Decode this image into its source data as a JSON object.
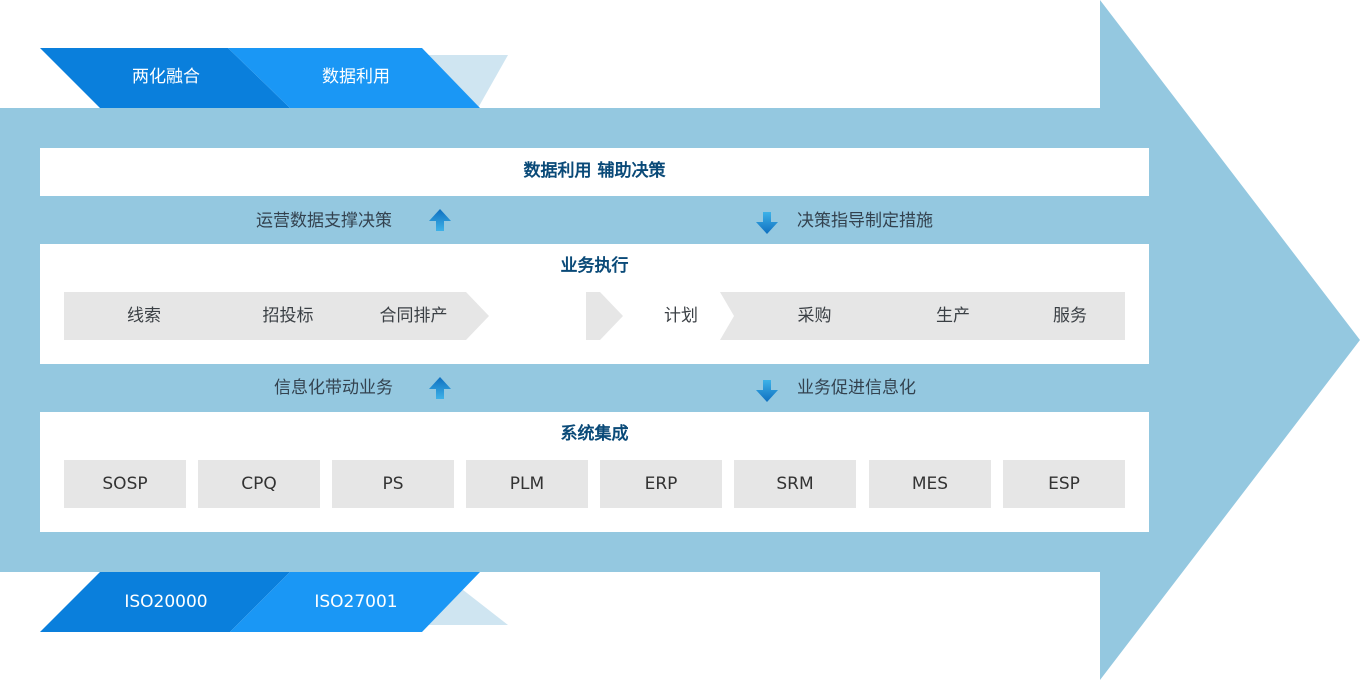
{
  "top_tags": [
    {
      "label": "两化融合",
      "color": "#0a7fdc"
    },
    {
      "label": "数据利用",
      "color": "#1a97f5"
    }
  ],
  "bottom_tags": [
    {
      "label": "ISO20000",
      "color": "#0a7fdc"
    },
    {
      "label": "ISO27001",
      "color": "#1a97f5"
    }
  ],
  "colors": {
    "arrow_body": "#94c8e0",
    "tag_fade": "#cfe5f1",
    "title_text": "#0a4a78",
    "box_fill": "#e6e6e6",
    "icon_blue": "#1877c4"
  },
  "panels": {
    "decision": {
      "title": "数据利用 辅助决策"
    },
    "execution": {
      "title": "业务执行"
    },
    "systems": {
      "title": "系统集成"
    }
  },
  "upper_band": {
    "left_text": "运营数据支撑决策",
    "left_icon": "arrow-up-icon",
    "right_text": "决策指导制定措施",
    "right_icon": "arrow-down-icon"
  },
  "lower_band": {
    "left_text": "信息化带动业务",
    "left_icon": "arrow-up-icon",
    "right_text": "业务促进信息化",
    "right_icon": "arrow-down-icon"
  },
  "process_left": [
    "线索",
    "招投标",
    "合同排产"
  ],
  "process_right": [
    "计划",
    "采购",
    "生产",
    "服务"
  ],
  "systems": [
    "SOSP",
    "CPQ",
    "PS",
    "PLM",
    "ERP",
    "SRM",
    "MES",
    "ESP"
  ]
}
